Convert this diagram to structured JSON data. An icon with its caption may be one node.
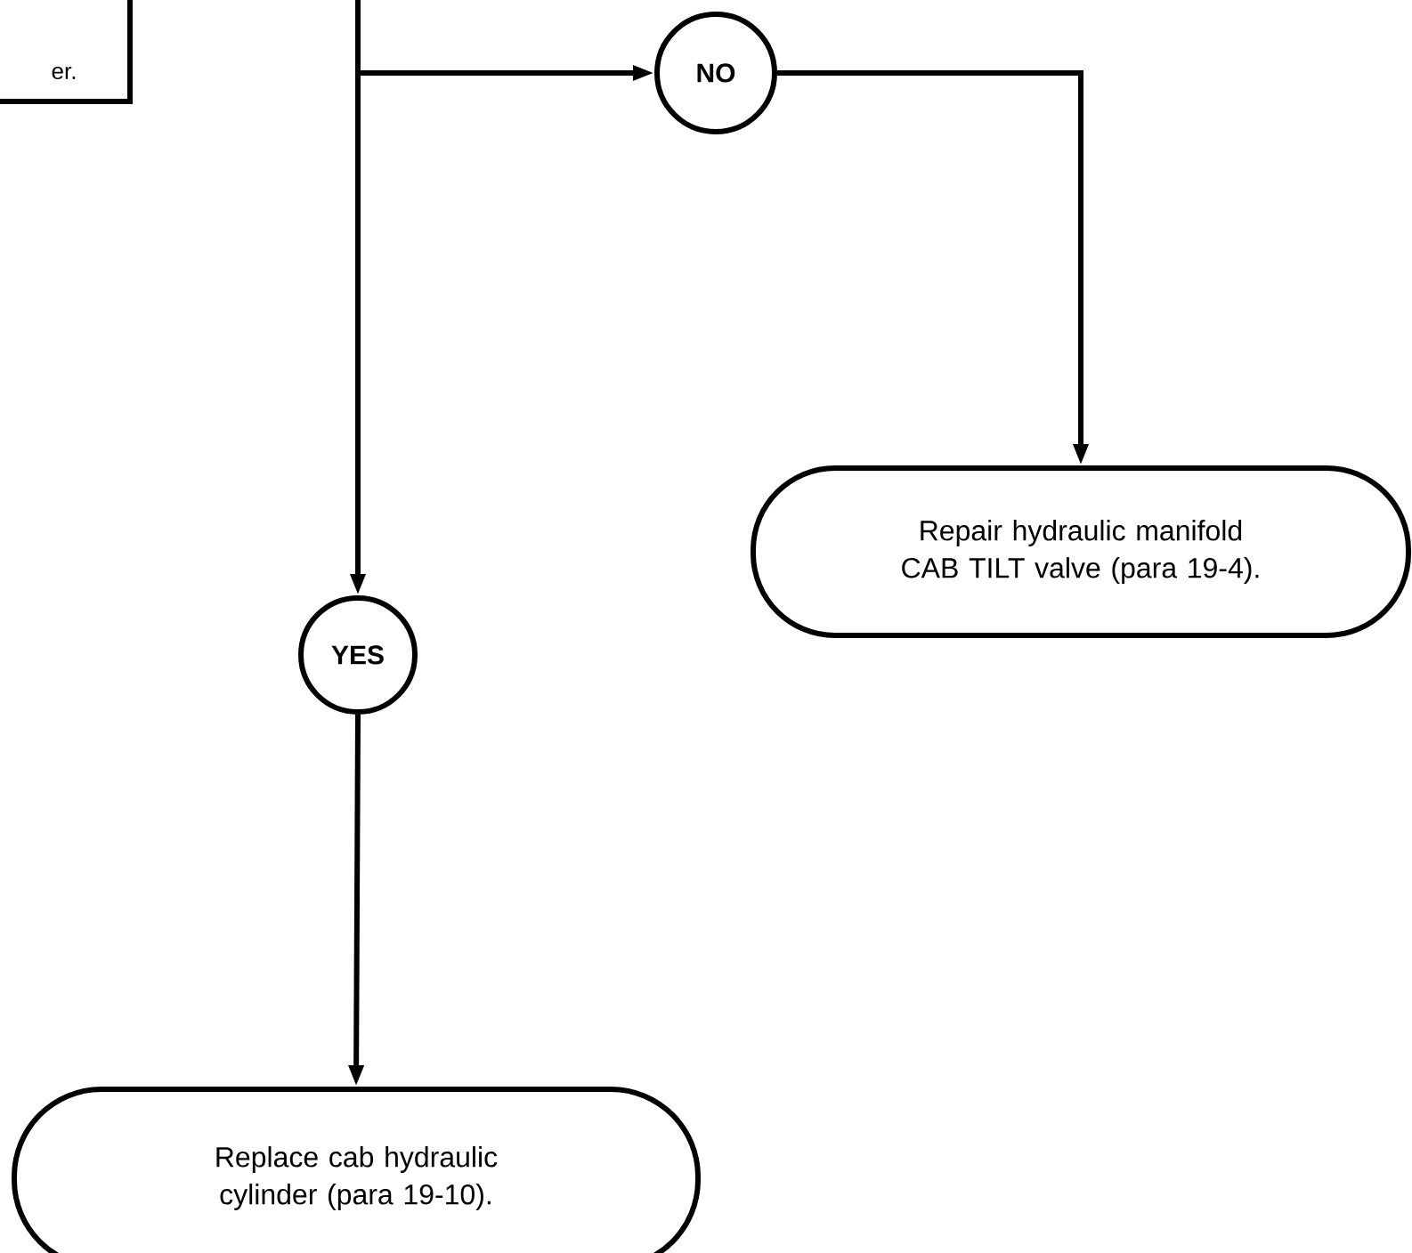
{
  "diagram": {
    "nodes": [
      {
        "text": [
          "er."
        ]
      },
      {
        "text": [
          "NO"
        ]
      },
      {
        "text": [
          "Repair hydraulic manifold CAB TILT valve (para 19-4)."
        ]
      },
      {
        "text": [
          "YES"
        ]
      },
      {
        "text": [
          "Replace cab hydraulic cylinder (para 19-10)."
        ]
      }
    ],
    "edges": [
      {
        "from": null,
        "to": 1,
        "arrow": "to"
      },
      {
        "from": null,
        "to": 3,
        "arrow": "to"
      },
      {
        "from": 1,
        "to": 2,
        "arrow": "to"
      },
      {
        "from": 3,
        "to": 4,
        "arrow": "to"
      }
    ]
  }
}
